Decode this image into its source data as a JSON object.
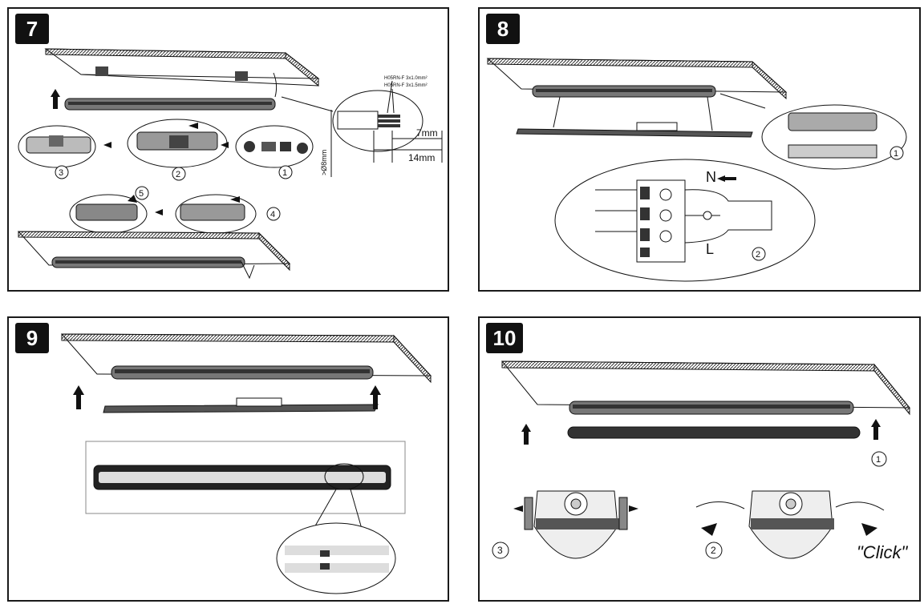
{
  "panels": [
    {
      "number": "7",
      "cable_label_1": "H05RN-F 3x1.0mm²",
      "cable_label_2": "H05RN-F 3x1.5mm²",
      "strip_7": "7mm",
      "strip_14": "14mm",
      "diameter": ">Ø8mm",
      "steps": [
        "1",
        "2",
        "3",
        "4",
        "5"
      ]
    },
    {
      "number": "8",
      "terminal_n": "N",
      "terminal_l": "L",
      "steps": [
        "1",
        "2"
      ]
    },
    {
      "number": "9"
    },
    {
      "number": "10",
      "steps": [
        "1",
        "2",
        "3"
      ],
      "click_text": "\"Click\""
    }
  ]
}
